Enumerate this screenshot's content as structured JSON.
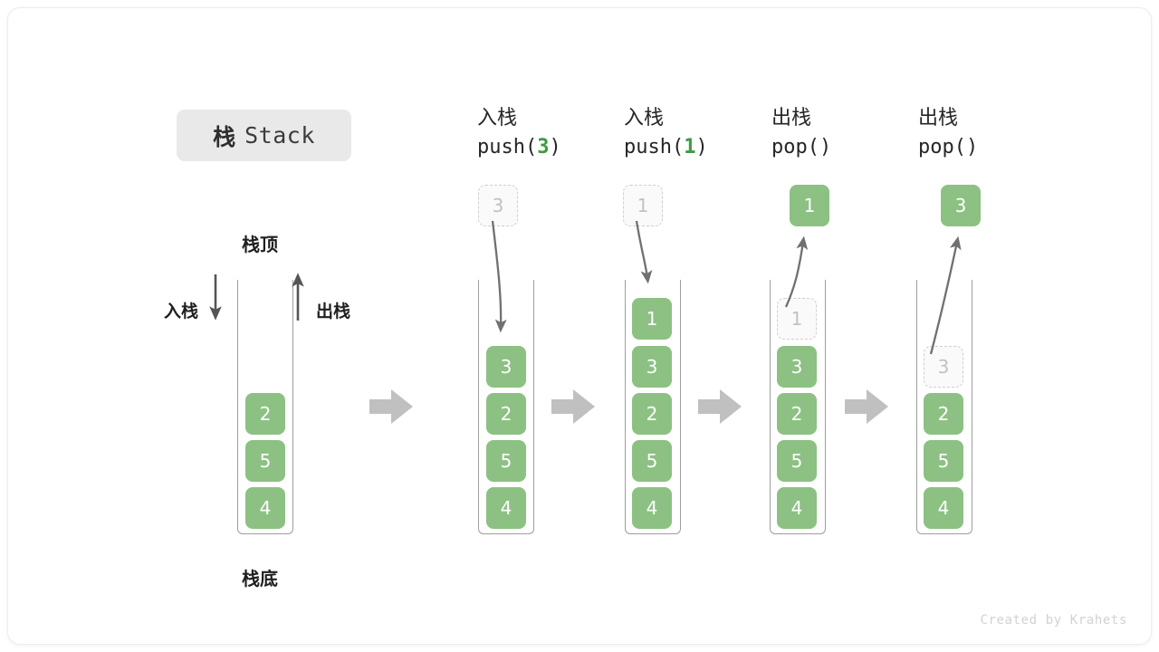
{
  "title": {
    "cn": "栈",
    "en": "Stack"
  },
  "colors": {
    "cell_fill": "#8cc183",
    "cell_text": "#ffffff",
    "ghost_border": "#cfcfcf",
    "ghost_text": "#c2c2c2",
    "accent_green": "#3e9b3e",
    "arrow_gray": "#c0c0c0",
    "line_gray": "#707070",
    "frame_gray": "#9e9e9e",
    "chip_bg": "#e9e9e9"
  },
  "annotations": {
    "top_label": "栈顶",
    "bottom_label": "栈底",
    "push_label": "入栈",
    "pop_label": "出栈"
  },
  "columns": [
    {
      "id": "initial",
      "header_cn": "",
      "header_code": "",
      "header_arg": "",
      "floating": null,
      "cells": [
        "2",
        "5",
        "4"
      ]
    },
    {
      "id": "push-3",
      "header_cn": "入栈",
      "header_code_pre": "push(",
      "header_arg": "3",
      "header_code_post": ")",
      "floating": {
        "value": "3",
        "style": "ghost"
      },
      "cells": [
        "3",
        "2",
        "5",
        "4"
      ]
    },
    {
      "id": "push-1",
      "header_cn": "入栈",
      "header_code_pre": "push(",
      "header_arg": "1",
      "header_code_post": ")",
      "floating": {
        "value": "1",
        "style": "ghost"
      },
      "cells": [
        "1",
        "3",
        "2",
        "5",
        "4"
      ]
    },
    {
      "id": "pop-1",
      "header_cn": "出栈",
      "header_code_pre": "pop(",
      "header_arg": "",
      "header_code_post": ")",
      "floating": {
        "value": "1",
        "style": "filled"
      },
      "cells": [
        "1",
        "3",
        "2",
        "5",
        "4"
      ],
      "ghost_top_index": 0
    },
    {
      "id": "pop-3",
      "header_cn": "出栈",
      "header_code_pre": "pop(",
      "header_arg": "",
      "header_code_post": ")",
      "floating": {
        "value": "3",
        "style": "filled"
      },
      "cells": [
        "3",
        "2",
        "5",
        "4"
      ],
      "ghost_top_index": 0
    }
  ],
  "footer": "Created by Krahets"
}
